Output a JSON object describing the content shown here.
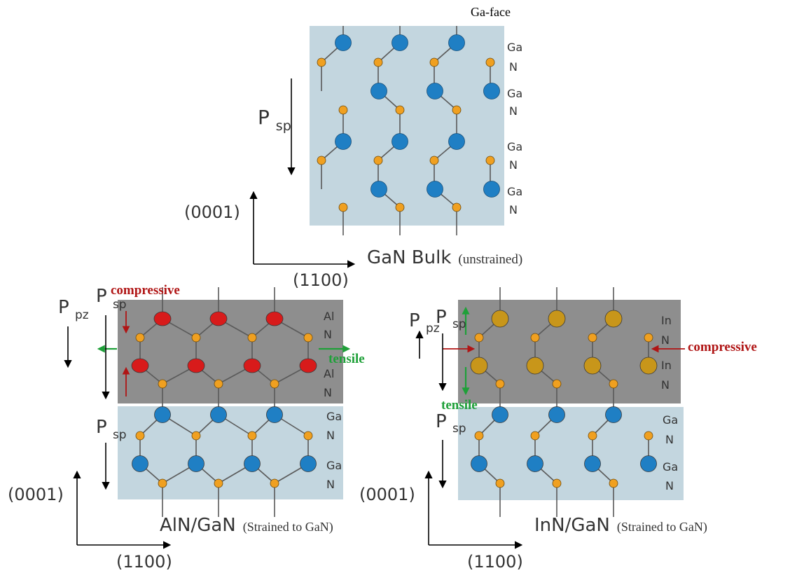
{
  "top": {
    "face_label": "Ga-face",
    "title": "GaN Bulk",
    "subtitle": "(unstrained)",
    "polarization": {
      "base": "P",
      "sub": "sp"
    },
    "layer_labels": [
      {
        "cation": "Ga",
        "anion": "N"
      },
      {
        "cation": "Ga",
        "anion": "N"
      },
      {
        "cation": "Ga",
        "anion": "N"
      },
      {
        "cation": "Ga",
        "anion": "N"
      }
    ],
    "axis": {
      "vertical": "(0001)",
      "horizontal": "(1100)"
    }
  },
  "left": {
    "title": "AlN/GaN",
    "subtitle": "(Strained to GaN)",
    "strain_vertical": "compressive",
    "strain_horizontal": "tensile",
    "polarization_pz": {
      "base": "P",
      "sub": "pz"
    },
    "polarization_sp_top": {
      "base": "P",
      "sub": "sp"
    },
    "polarization_sp_bottom": {
      "base": "P",
      "sub": "sp"
    },
    "top_layer_labels": [
      {
        "cation": "Al",
        "anion": "N"
      },
      {
        "cation": "Al",
        "anion": "N"
      }
    ],
    "bottom_layer_labels": [
      {
        "cation": "Ga",
        "anion": "N"
      },
      {
        "cation": "Ga",
        "anion": "N"
      }
    ],
    "axis": {
      "vertical": "(0001)",
      "horizontal": "(1100)"
    }
  },
  "right": {
    "title": "InN/GaN",
    "subtitle": "(Strained to GaN)",
    "strain_horizontal": "compressive",
    "strain_vertical": "tensile",
    "polarization_pz": {
      "base": "P",
      "sub": "pz"
    },
    "polarization_sp_top": {
      "base": "P",
      "sub": "sp"
    },
    "polarization_sp_bottom": {
      "base": "P",
      "sub": "sp"
    },
    "top_layer_labels": [
      {
        "cation": "In",
        "anion": "N"
      },
      {
        "cation": "In",
        "anion": "N"
      }
    ],
    "bottom_layer_labels": [
      {
        "cation": "Ga",
        "anion": "N"
      },
      {
        "cation": "Ga",
        "anion": "N"
      }
    ],
    "axis": {
      "vertical": "(0001)",
      "horizontal": "(1100)"
    }
  },
  "colors": {
    "panel_light": "#c3d6df",
    "panel_dark": "#8e8e8e",
    "ga_atom": "#1f7fc4",
    "n_atom": "#f0a020",
    "al_atom": "#d81b1b",
    "in_atom": "#c8961a",
    "compressive": "#b01515",
    "tensile": "#1fa039"
  }
}
